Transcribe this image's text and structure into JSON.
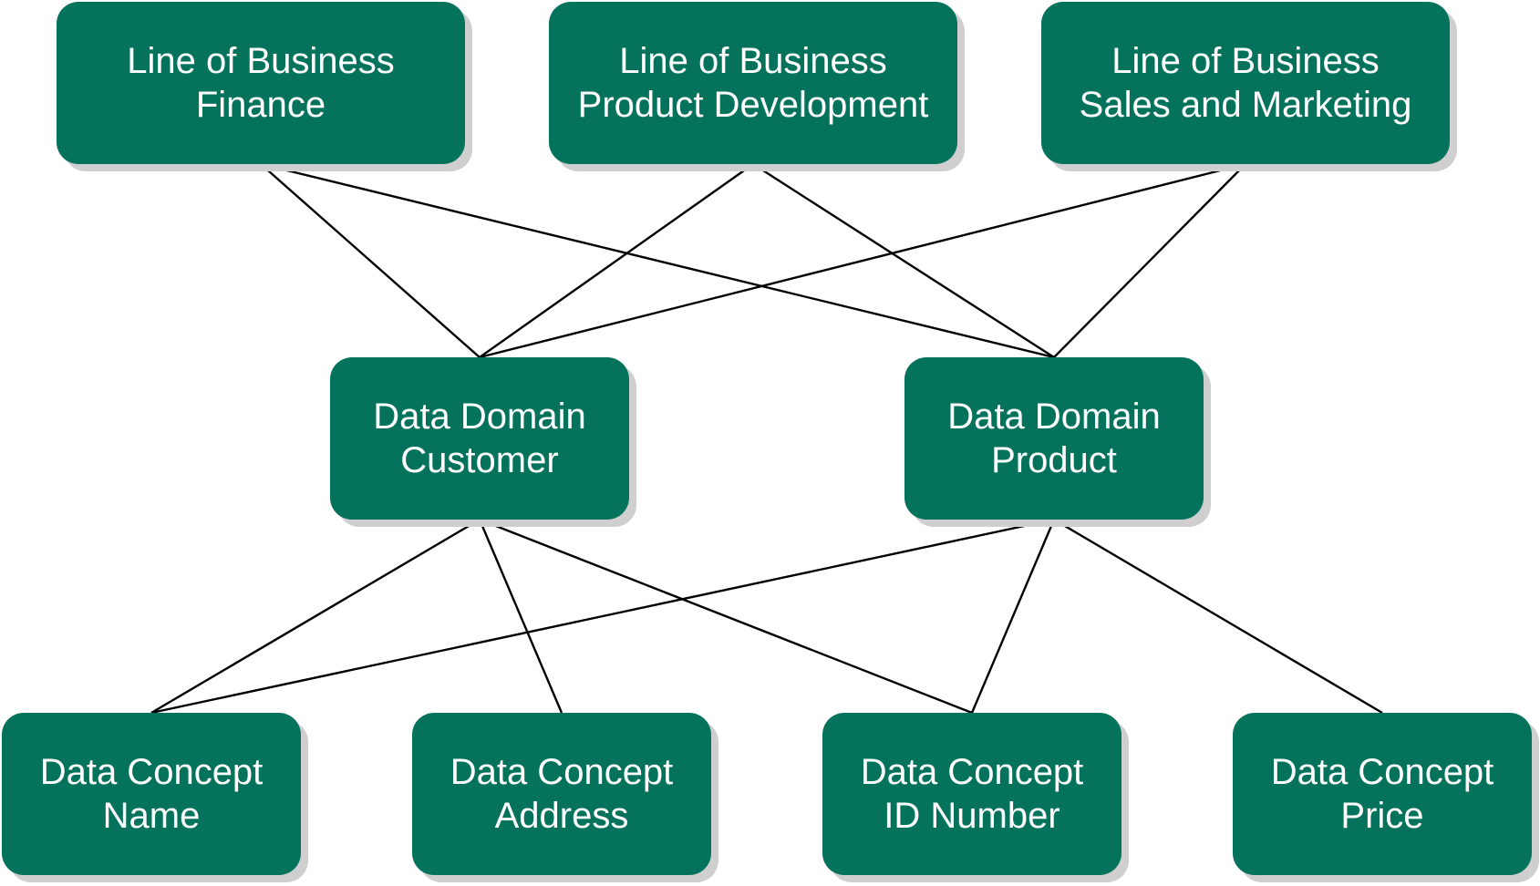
{
  "nodes": {
    "lob_finance": {
      "line1": "Line of Business",
      "line2": "Finance"
    },
    "lob_product_dev": {
      "line1": "Line of Business",
      "line2": "Product Development"
    },
    "lob_sales_marketing": {
      "line1": "Line of Business",
      "line2": "Sales and Marketing"
    },
    "domain_customer": {
      "line1": "Data Domain",
      "line2": "Customer"
    },
    "domain_product": {
      "line1": "Data Domain",
      "line2": "Product"
    },
    "concept_name": {
      "line1": "Data Concept",
      "line2": "Name"
    },
    "concept_address": {
      "line1": "Data Concept",
      "line2": "Address"
    },
    "concept_id_number": {
      "line1": "Data Concept",
      "line2": "ID Number"
    },
    "concept_price": {
      "line1": "Data Concept",
      "line2": "Price"
    }
  },
  "edges": [
    [
      "lob_finance",
      "domain_customer"
    ],
    [
      "lob_finance",
      "domain_product"
    ],
    [
      "lob_product_dev",
      "domain_customer"
    ],
    [
      "lob_product_dev",
      "domain_product"
    ],
    [
      "lob_sales_marketing",
      "domain_customer"
    ],
    [
      "lob_sales_marketing",
      "domain_product"
    ],
    [
      "domain_customer",
      "concept_name"
    ],
    [
      "domain_customer",
      "concept_address"
    ],
    [
      "domain_customer",
      "concept_id_number"
    ],
    [
      "domain_product",
      "concept_name"
    ],
    [
      "domain_product",
      "concept_id_number"
    ],
    [
      "domain_product",
      "concept_price"
    ]
  ],
  "colors": {
    "node_fill": "#05735c",
    "node_text": "#ffffff",
    "shadow": "#cfcfcf",
    "edge": "#000000"
  }
}
